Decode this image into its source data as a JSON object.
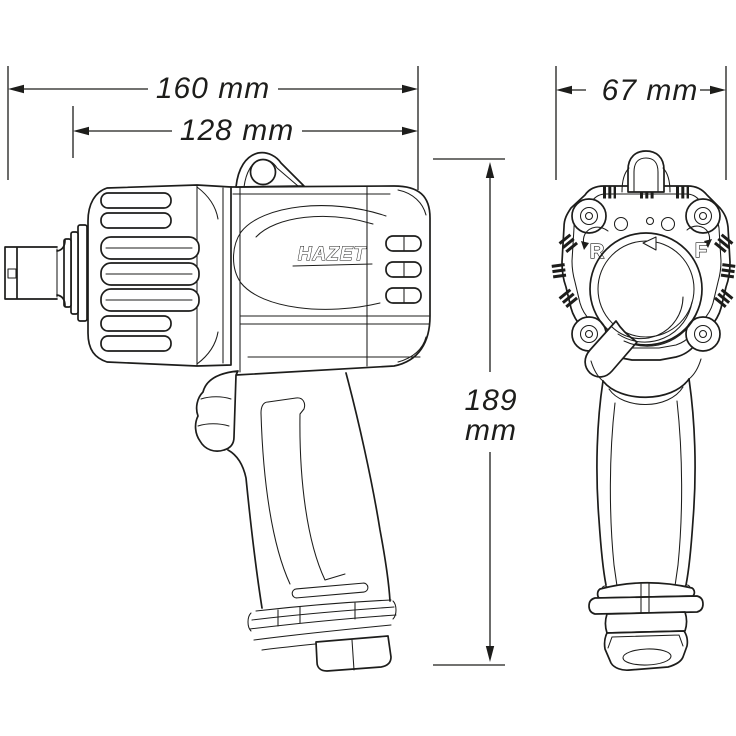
{
  "page": {
    "background": "#ffffff",
    "line_color": "#1d1d1b"
  },
  "product": {
    "brand_logo": "HAZET"
  },
  "dimensions": {
    "overall_length": "160 mm",
    "housing_length": "128 mm",
    "head_width": "67 mm",
    "height_value": "189",
    "height_unit": "mm"
  },
  "rear_view": {
    "reverse_label": "R",
    "forward_label": "F"
  }
}
